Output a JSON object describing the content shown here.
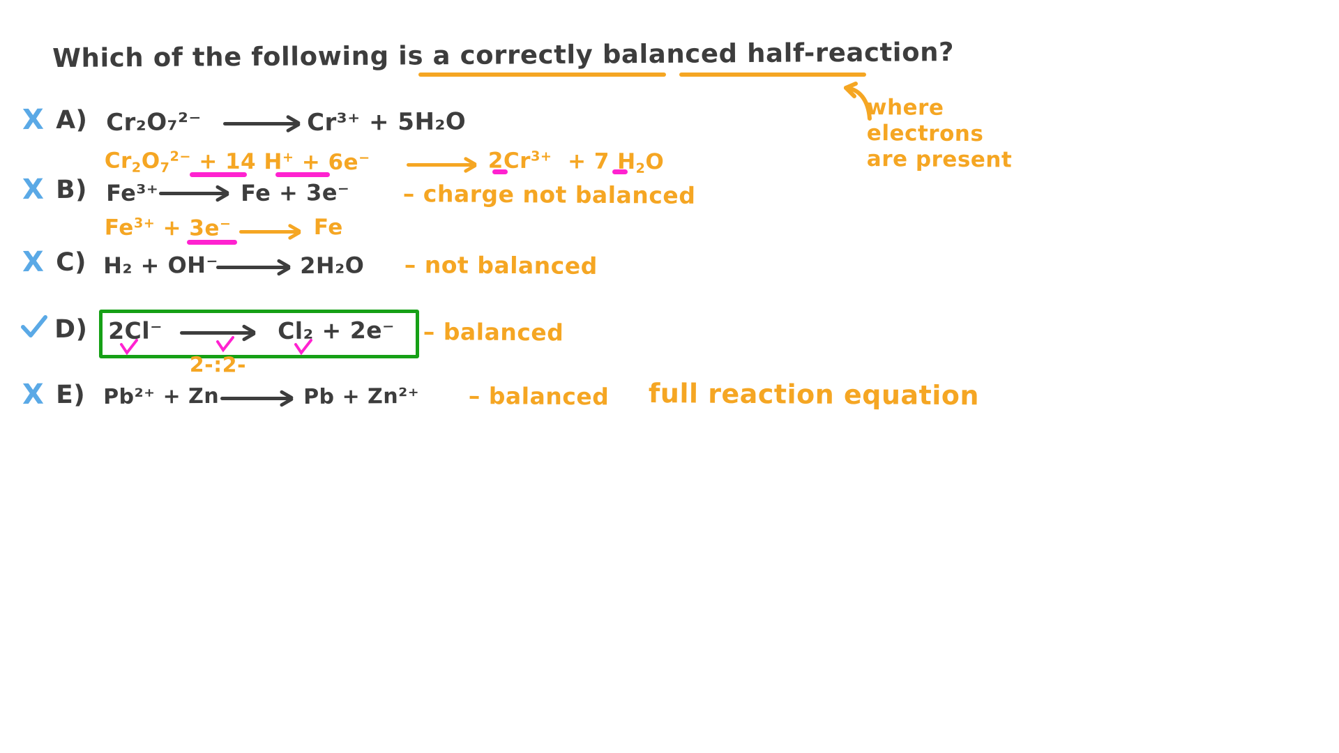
{
  "page": {
    "background_color": "#ffffff",
    "ink_colors": {
      "question": "#3d3d3d",
      "annotation": "#f5a623",
      "mark": "#5aa9e6",
      "correct_box": "#16a016",
      "highlight": "#ff22d0"
    }
  },
  "question": {
    "text_parts": [
      "Which of the following is a ",
      "correctly balanced",
      " ",
      "half-reaction",
      "?"
    ],
    "full_text": "Which of the following is a correctly balanced half-reaction?",
    "underlined_terms": [
      "correctly balanced",
      "half-reaction"
    ]
  },
  "side_note": {
    "lines": [
      "where",
      "electrons",
      "are present"
    ],
    "full_text": "where electrons are present",
    "arrow": "curved-up-left-arrow"
  },
  "options": [
    {
      "letter": "A)",
      "mark": "X",
      "mark_type": "cross",
      "equation": {
        "left": "Cr₂O₇²⁻",
        "arrow": "→",
        "right": "Cr³⁺ + 5H₂O"
      },
      "plain": "Cr2O7 2- → Cr 3+ + 5H2O",
      "correction": {
        "text": "Cr₂O₇²⁻ + 14H⁺ + 6e⁻ ⟶ 2Cr³⁺ + 7H₂O",
        "plain": "Cr2O7 2- + 14H+ + 6e- → 2Cr3+ + 7H2O",
        "highlighted": [
          "14H⁺",
          "6e⁻",
          "2",
          "7"
        ]
      },
      "comment": ""
    },
    {
      "letter": "B)",
      "mark": "X",
      "mark_type": "cross",
      "equation": {
        "left": "Fe³⁺",
        "arrow": "→",
        "right": "Fe + 3e⁻"
      },
      "plain": "Fe 3+ → Fe + 3e-",
      "comment": "– charge not balanced",
      "correction": {
        "text": "Fe³⁺ + 3e⁻ ⟶ Fe",
        "plain": "Fe 3+ + 3e- → Fe",
        "highlighted": [
          "3e⁻"
        ]
      }
    },
    {
      "letter": "C)",
      "mark": "X",
      "mark_type": "cross",
      "equation": {
        "left": "H₂ + OH⁻",
        "arrow": "→",
        "right": "2H₂O"
      },
      "plain": "H2 + OH- → 2H2O",
      "comment": "– not balanced",
      "correction": null
    },
    {
      "letter": "D)",
      "mark": "✓",
      "mark_type": "check",
      "equation": {
        "left": "2Cl⁻",
        "arrow": "→",
        "right": "Cl₂ + 2e⁻"
      },
      "plain": "2Cl- → Cl2 + 2e-",
      "comment": "– balanced",
      "boxed": true,
      "charge_note": "2-:2-"
    },
    {
      "letter": "E)",
      "mark": "X",
      "mark_type": "cross",
      "equation": {
        "left": "Pb²⁺ + Zn",
        "arrow": "→",
        "right": "Pb + Zn²⁺"
      },
      "plain": "Pb 2+ + Zn → Pb + Zn 2+",
      "comment": "– balanced",
      "extra_comment": "full reaction equation",
      "correction": null
    }
  ]
}
